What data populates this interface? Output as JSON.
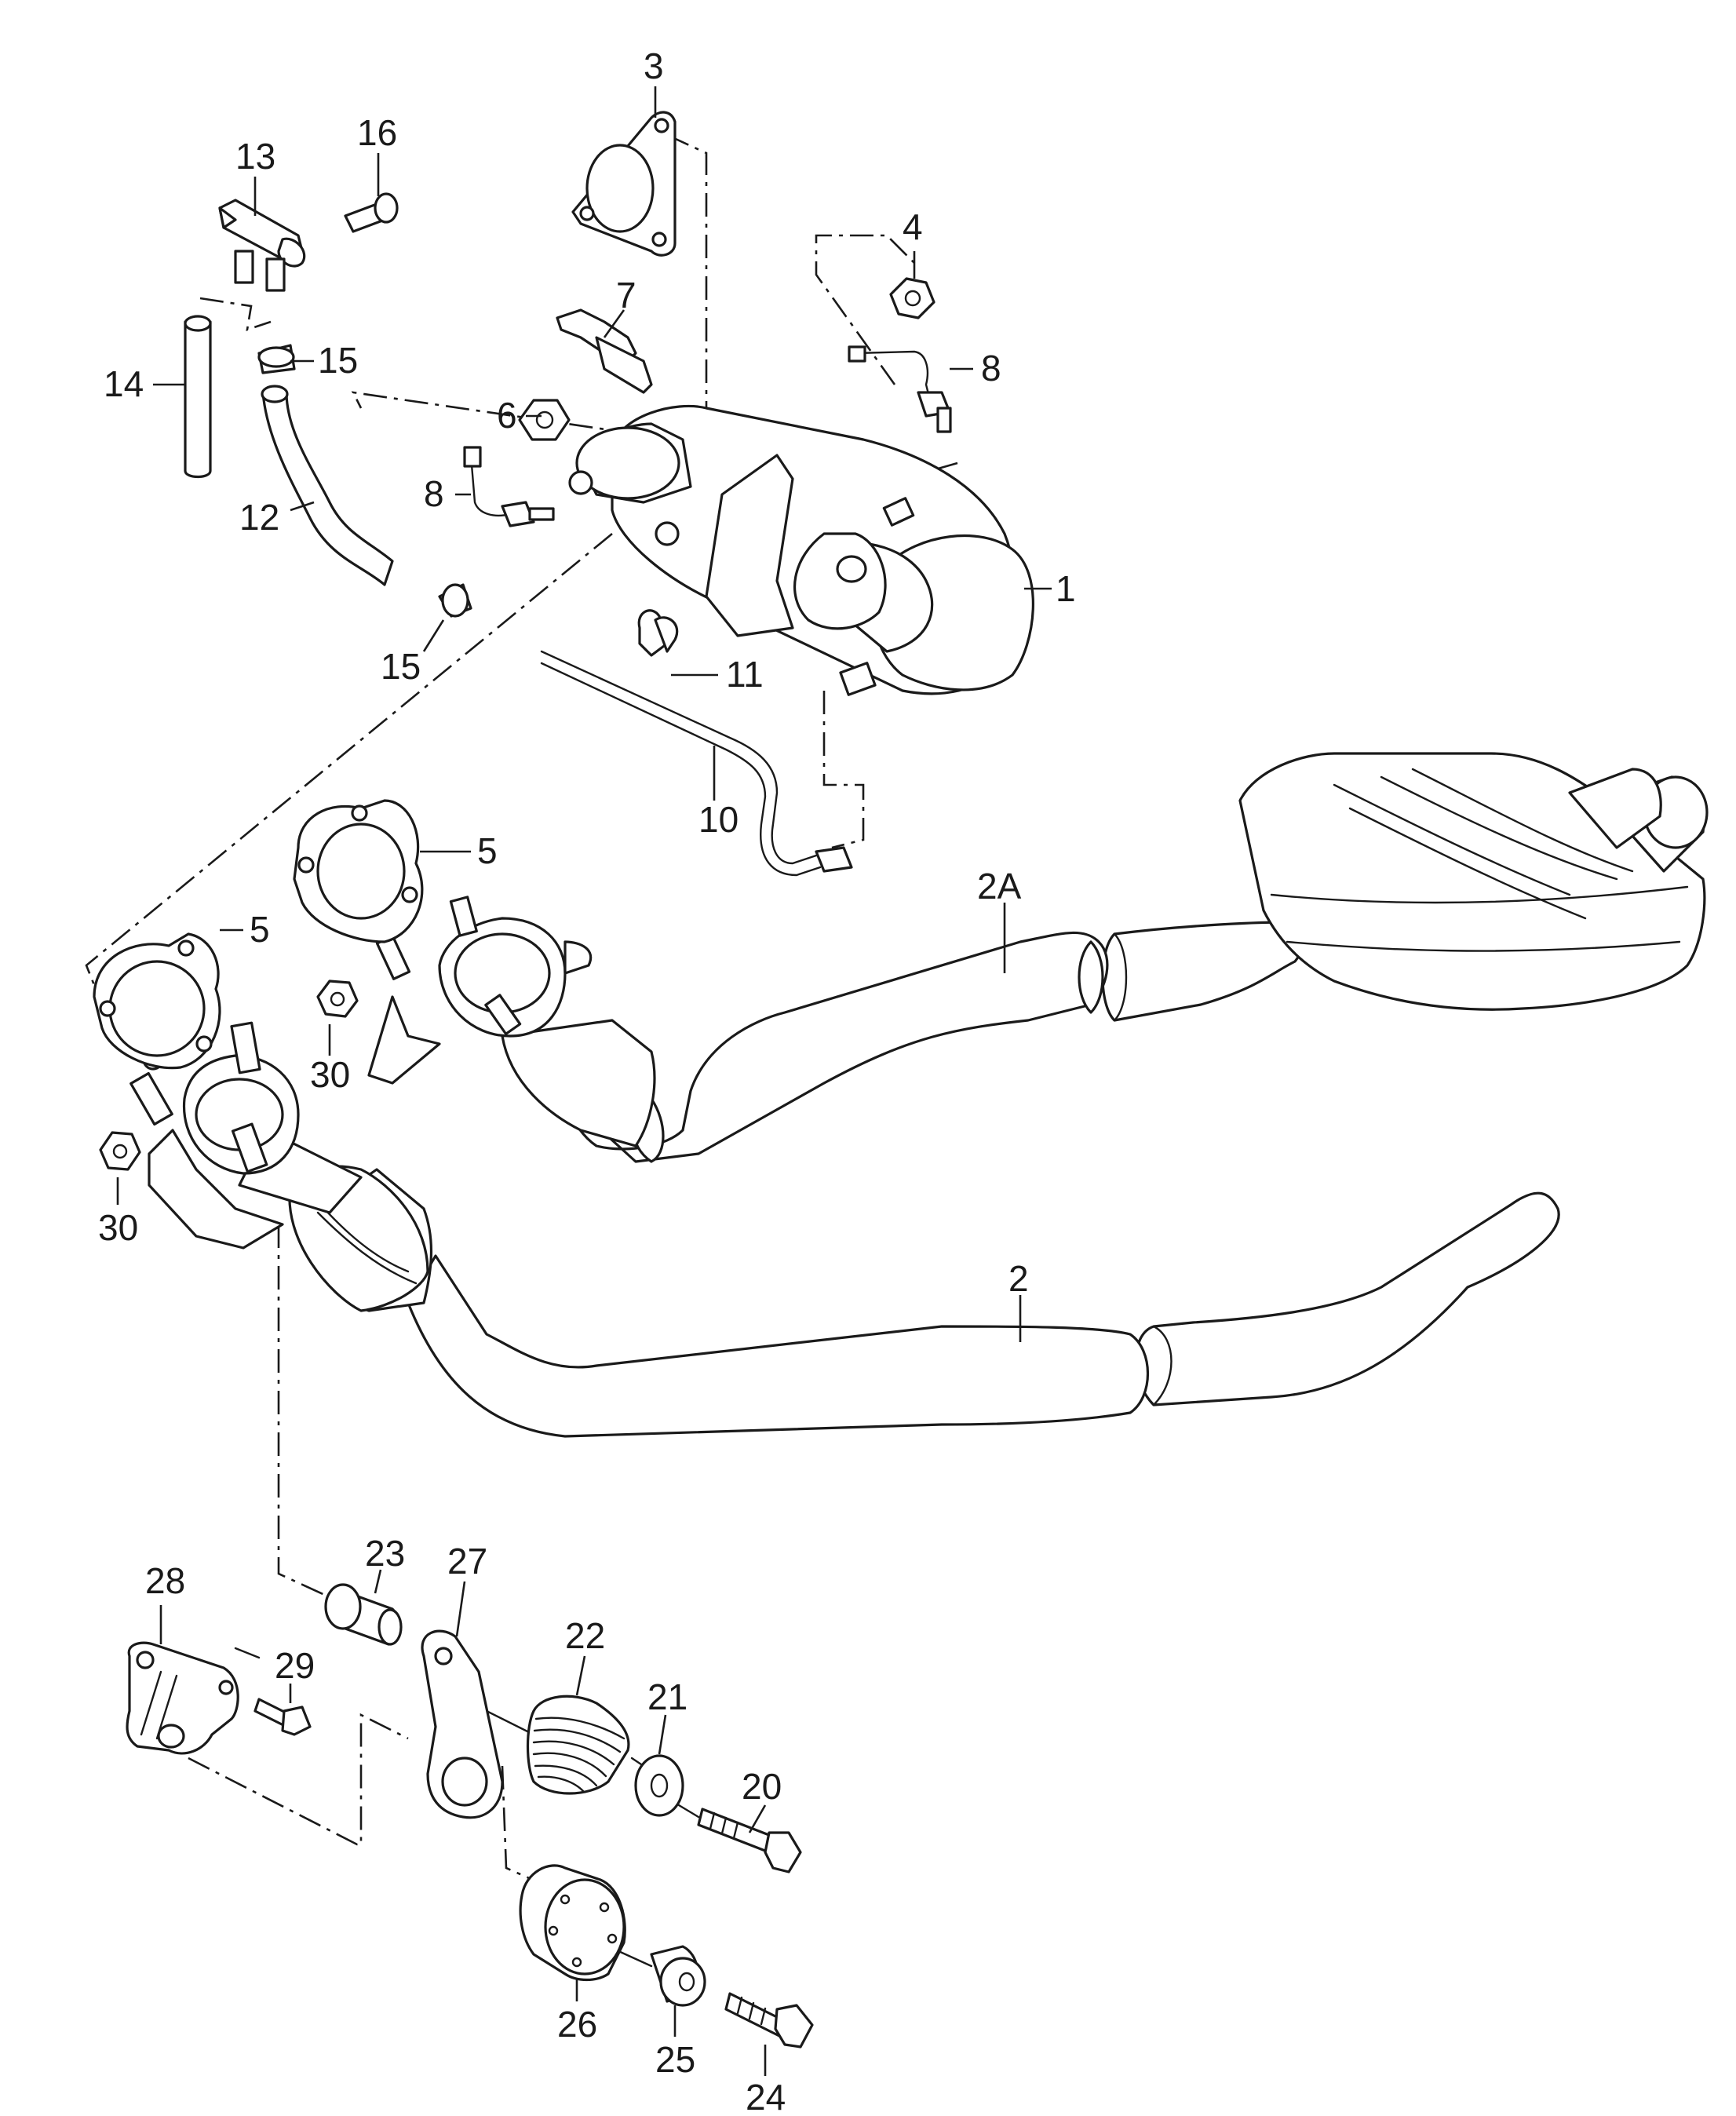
{
  "labels": {
    "l1": "1",
    "l2": "2",
    "l2a": "2A",
    "l3": "3",
    "l4": "4",
    "l5a": "5",
    "l5b": "5",
    "l6": "6",
    "l7": "7",
    "l8a": "8",
    "l8b": "8",
    "l10": "10",
    "l11": "11",
    "l12": "12",
    "l13": "13",
    "l14": "14",
    "l15a": "15",
    "l15b": "15",
    "l16": "16",
    "l20": "20",
    "l21": "21",
    "l22": "22",
    "l23": "23",
    "l24": "24",
    "l25": "25",
    "l26": "26",
    "l27": "27",
    "l28": "28",
    "l29": "29",
    "l30a": "30",
    "l30b": "30"
  }
}
